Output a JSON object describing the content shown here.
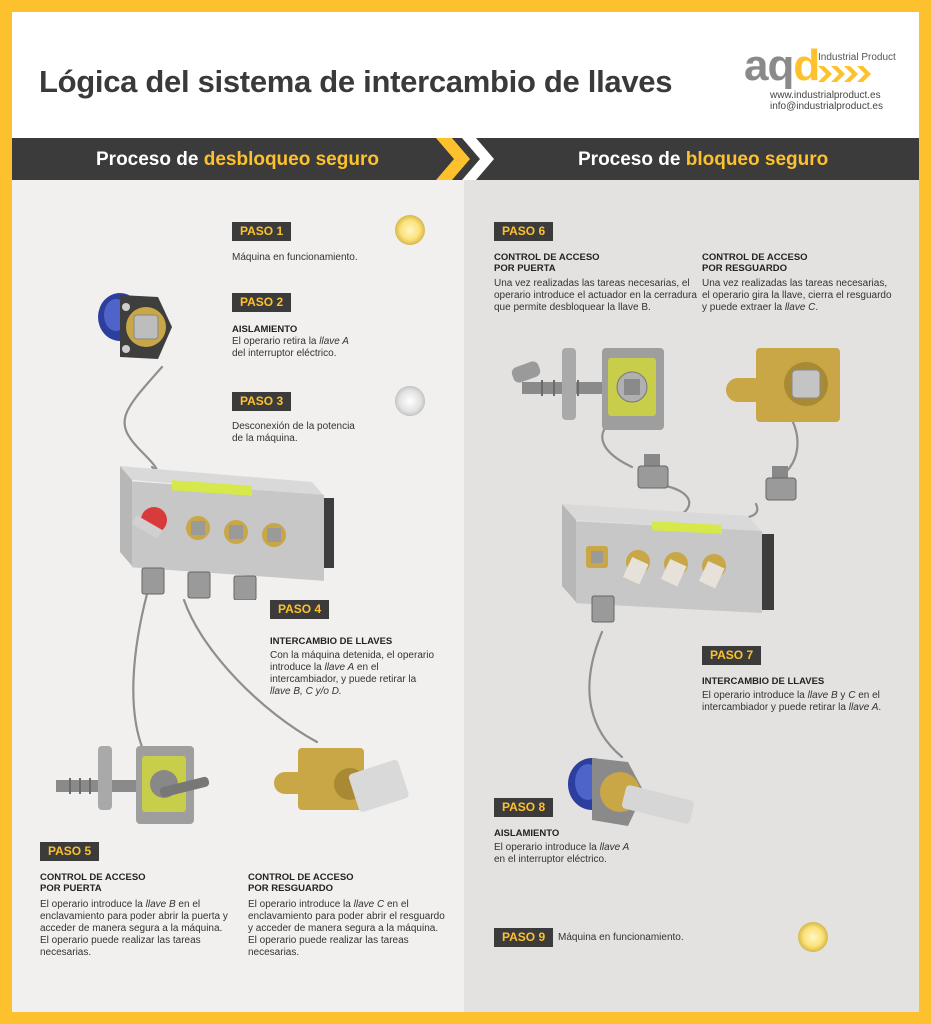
{
  "title": "Lógica del sistema de intercambio de llaves",
  "logo": {
    "brand_a": "aq",
    "brand_b": "d",
    "product": "Industrial Product",
    "website": "www.industrialproduct.es",
    "email": "info@industrialproduct.es"
  },
  "headers": {
    "left_prefix": "Proceso de ",
    "left_highlight": "desbloqueo seguro",
    "right_prefix": "Proceso de ",
    "right_highlight": "bloqueo seguro"
  },
  "colors": {
    "accent": "#fdc12e",
    "dark": "#3b3b3b",
    "left_bg": "#f1f0ef",
    "right_bg": "#e3e2e0"
  },
  "steps": {
    "p1": {
      "label": "PASO 1",
      "text": "Máquina en funcionamiento."
    },
    "p2": {
      "label": "PASO 2",
      "heading": "AISLAMIENTO",
      "line1": "El operario retira la ",
      "key": "llave A",
      "line2": "del interruptor eléctrico."
    },
    "p3": {
      "label": "PASO 3",
      "line1": "Desconexión de la potencia",
      "line2": "de la máquina."
    },
    "p4": {
      "label": "PASO 4",
      "heading": "INTERCAMBIO DE LLAVES",
      "line1": "Con la máquina detenida, el operario",
      "line2a": "introduce la ",
      "key_a": "llave A",
      "line2b": " en el",
      "line3": "intercambiador, y puede retirar la",
      "keys_bcd": "llave B, C y/o D."
    },
    "p5": {
      "label": "PASO 5",
      "door": {
        "h1": "CONTROL DE ACCESO",
        "h2": "POR PUERTA",
        "l1a": "El operario introduce la ",
        "key": "llave B",
        "l1b": " en el",
        "l2": "enclavamiento para poder abrir la puerta y",
        "l3": "acceder de manera segura a la máquina.",
        "l4": "El operario puede realizar las tareas",
        "l5": "necesarias."
      },
      "guard": {
        "h1": "CONTROL DE ACCESO",
        "h2": "POR RESGUARDO",
        "l1a": "El operario introduce la ",
        "key": "llave C",
        "l1b": " en el",
        "l2": "enclavamiento para poder abrir el resguardo",
        "l3": "y acceder de manera segura a la máquina.",
        "l4": "El operario puede realizar las tareas",
        "l5": "necesarias."
      }
    },
    "p6": {
      "label": "PASO 6",
      "door": {
        "h1": "CONTROL DE ACCESO",
        "h2": "POR PUERTA",
        "l1": "Una vez realizadas las tareas necesarias, el",
        "l2": "operario introduce el actuador en la cerradura",
        "l3": "que permite desbloquear la llave B."
      },
      "guard": {
        "h1": "CONTROL DE ACCESO",
        "h2": "POR RESGUARDO",
        "l1": "Una vez realizadas las tareas necesarias,",
        "l2": "el operario gira la llave, cierra el resguardo",
        "l3a": "y puede extraer la ",
        "key": "llave C",
        "l3b": "."
      }
    },
    "p7": {
      "label": "PASO 7",
      "heading": "INTERCAMBIO DE LLAVES",
      "l1a": "El operario introduce la ",
      "keys": "llave B",
      "l1b": " y ",
      "key_c": "C",
      "l1c": " en el",
      "l2a": "intercambiador y puede retirar la ",
      "key_a": "llave A",
      "l2b": "."
    },
    "p8": {
      "label": "PASO 8",
      "heading": "AISLAMIENTO",
      "l1a": "El operario introduce la ",
      "key": "llave A",
      "l2": "en el interruptor eléctrico."
    },
    "p9": {
      "label": "PASO 9",
      "text": "Máquina en funcionamiento."
    }
  }
}
